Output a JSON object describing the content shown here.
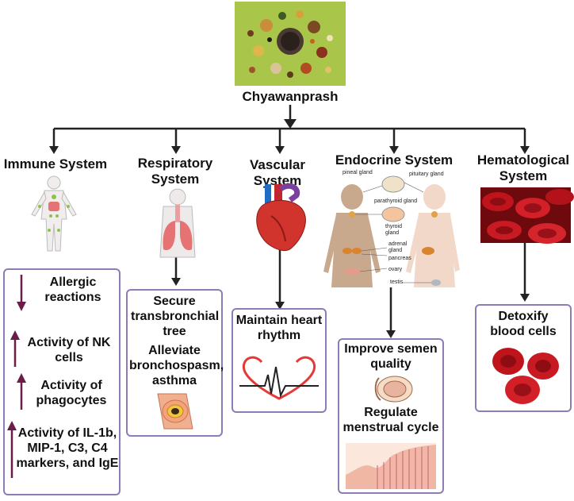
{
  "root": {
    "label": "Chyawanprash",
    "image_icon": "herbs-spices-icon"
  },
  "branches": [
    {
      "title": "Immune System",
      "icon": "human-body-immune-icon",
      "effects": [
        {
          "direction": "down",
          "text": "Allergic reactions"
        },
        {
          "direction": "up",
          "text": "Activity of NK cells"
        },
        {
          "direction": "up",
          "text": "Activity of phagocytes"
        },
        {
          "direction": "up",
          "text": "Activity of IL-1b, MIP-1, C3, C4 markers, and IgE"
        }
      ]
    },
    {
      "title": "Respiratory System",
      "icon": "lungs-icon",
      "effects": [
        {
          "text": "Secure transbronchial tree"
        },
        {
          "text": "Alleviate bronchospasm, asthma"
        }
      ],
      "effect_icon": "bronchus-cross-section-icon"
    },
    {
      "title": "Vascular System",
      "icon": "heart-icon",
      "effects": [
        {
          "text": "Maintain heart rhythm"
        }
      ],
      "effect_icon": "heartbeat-ecg-icon"
    },
    {
      "title": "Endocrine System",
      "icon": "endocrine-glands-body-icon",
      "gland_labels": [
        "pineal gland",
        "pituitary gland",
        "parathyroid gland",
        "thyroid gland",
        "adrenal gland",
        "pancreas",
        "ovary",
        "testis"
      ],
      "effects": [
        {
          "text": "Improve semen quality"
        },
        {
          "text": "Regulate menstrual cycle"
        }
      ],
      "effect_icons": [
        "testis-cross-section-icon",
        "uterine-lining-icon"
      ]
    },
    {
      "title": "Hematological System",
      "icon": "red-blood-cells-photo-icon",
      "effects": [
        {
          "text": "Detoxify blood cells"
        }
      ],
      "effect_icon": "red-blood-cells-icon"
    }
  ],
  "colors": {
    "arrow": "#222222",
    "box_border": "#8e7cb6",
    "updown_arrow": "#6b1d49",
    "herb_background": "#a9c64a",
    "blood_red": "#c0141c"
  }
}
